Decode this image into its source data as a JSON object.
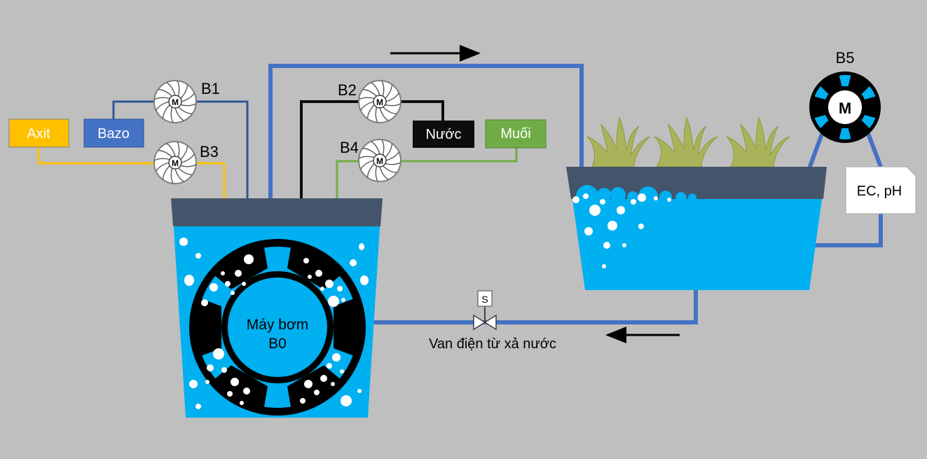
{
  "labels": {
    "axit": "Axit",
    "bazo": "Bazo",
    "nuoc": "Nước",
    "muoi": "Muối",
    "b1": "B1",
    "b2": "B2",
    "b3": "B3",
    "b4": "B4",
    "b5": "B5",
    "motor_letter": "M",
    "main_pump_line1": "Máy bơm",
    "main_pump_line2": "B0",
    "valve_s": "S",
    "valve_label": "Van điện từ xả nước",
    "sensor": "EC, pH"
  },
  "colors": {
    "background": "#bfbfbf",
    "water": "#00b0f0",
    "lid": "#44546a",
    "pipe_blue": "#4472c4",
    "pipe_bazo": "#2f5597",
    "axit_box": "#ffc000",
    "bazo_box": "#4472c4",
    "nuoc_box": "#0d0d0d",
    "muoi_box": "#70ad47",
    "plant": "#a9b45a"
  }
}
